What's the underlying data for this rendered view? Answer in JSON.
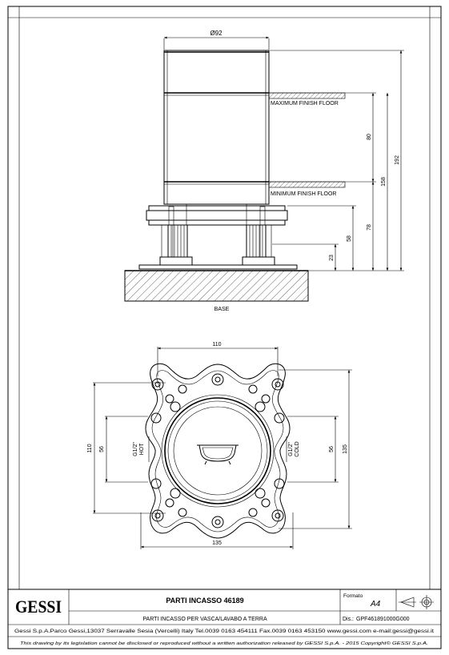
{
  "drawing": {
    "labels": {
      "diameter": "Ø92",
      "max_floor": "MAXIMUM FINISH FLOOR",
      "min_floor": "MINIMUM FINISH FLOOR",
      "base": "BASE",
      "hot_size": "G1/2\"",
      "hot": "HOT",
      "cold_size": "G1/2\"",
      "cold": "COLD"
    },
    "dims": {
      "d80": "80",
      "d158": "158",
      "d192": "192",
      "d58": "58",
      "d78": "78",
      "d23": "23",
      "top110": "110",
      "left110": "110",
      "left56": "56",
      "right56": "56",
      "right135": "135",
      "bottom135": "135"
    }
  },
  "title_block": {
    "logo": "GESSI",
    "title": "PARTI INCASSO 46189",
    "subtitle": "PARTI INCASSO PER VASCA/LAVABO A TERRA",
    "format_label": "Formato",
    "format_value": "A4",
    "dis_label": "Dis.:",
    "dis_value": "GPF461891000G000",
    "company": "Gessi S.p.A.Parco Gessi,13037 Serravalle Sesia (Vercelli) Italy Tel.0039 0163 454111 Fax.0039 0163 453150 www.gessi.com e-mail:gessi@gessi.it",
    "disclaimer": "This drawing by its legislation cannot be disclosed or reproduced without a written authorization released by GESSI S.p.A. - 2015 Copyright© GESSI S.p.A."
  }
}
